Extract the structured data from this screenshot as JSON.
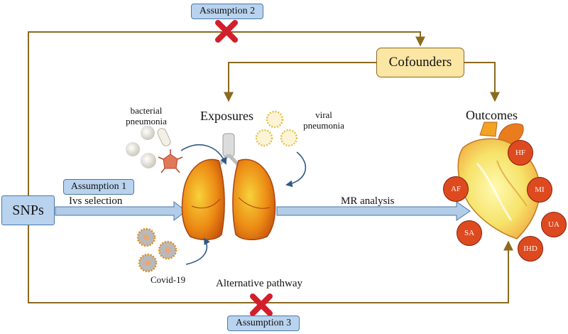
{
  "labels": {
    "assumption_2": "Assumption 2",
    "assumption_1": "Assumption 1",
    "assumption_3": "Assumption 3",
    "cofounders": "Cofounders",
    "exposures": "Exposures",
    "outcomes": "Outcomes",
    "snps": "SNPs",
    "ivs_selection": "Ivs selection",
    "mr_analysis": "MR analysis",
    "alternative_pathway": "Alternative pathway",
    "bacterial_pneumonia": "bacterial\npneumonia",
    "viral_pneumonia": "viral\npneumonia",
    "covid19": "Covid-19"
  },
  "outcome_nodes": [
    "HF",
    "AF",
    "MI",
    "UA",
    "SA",
    "IHD"
  ],
  "colors": {
    "path_line": "#8b6a1e",
    "assumption_fill": "#b9d3ee",
    "cofounders_fill": "#fce6a4",
    "snps_fill": "#b9d3ee",
    "blocked_mark": "#d21f2c",
    "outcome_badge": "#de4a1f",
    "arrow_fill": "#b3cde8"
  }
}
